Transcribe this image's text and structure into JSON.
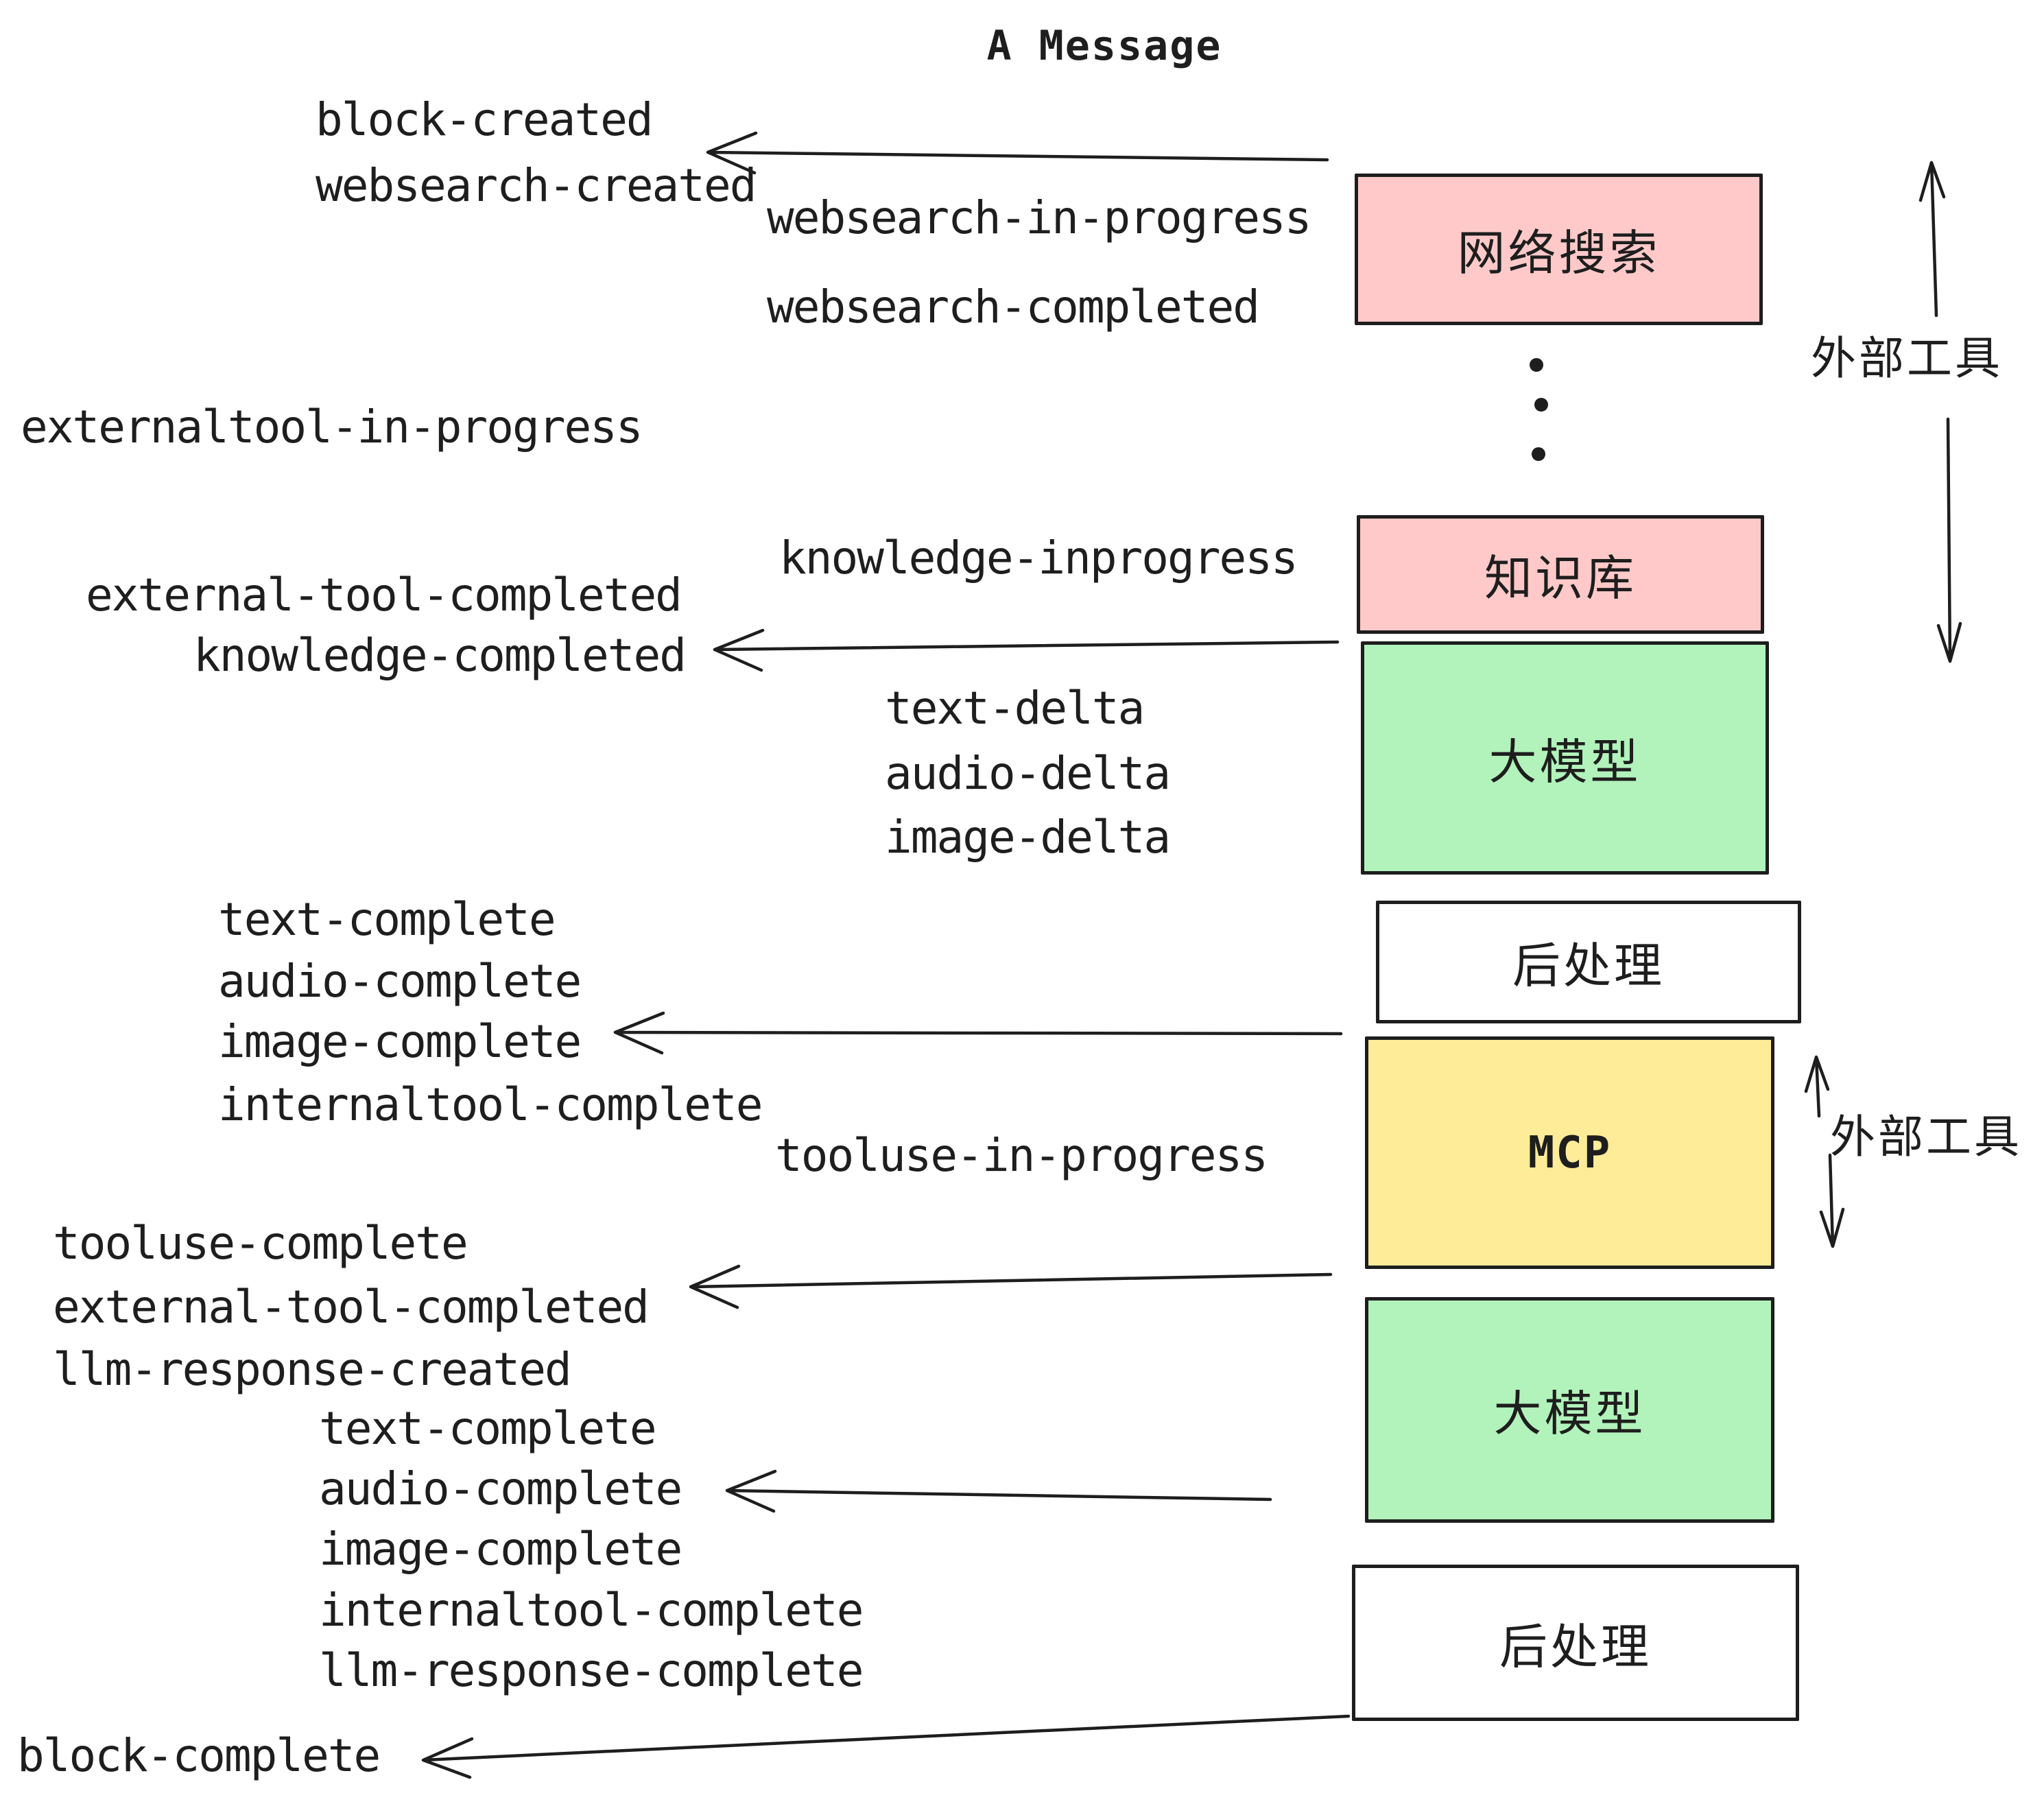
{
  "title": "A Message",
  "colors": {
    "stroke": "#1e1e1e",
    "pink": "#ffc9c9",
    "green": "#b2f2bb",
    "yellow": "#ffec99",
    "white": "#ffffff"
  },
  "boxes": [
    {
      "id": "websearch",
      "label": "网络搜索"
    },
    {
      "id": "knowledge",
      "label": "知识库"
    },
    {
      "id": "llm-1",
      "label": "大模型"
    },
    {
      "id": "postprocess-1",
      "label": "后处理"
    },
    {
      "id": "mcp",
      "label": "MCP"
    },
    {
      "id": "llm-2",
      "label": "大模型"
    },
    {
      "id": "postprocess-2",
      "label": "后处理"
    }
  ],
  "side_labels": [
    {
      "label": "外部工具"
    },
    {
      "label": "外部工具"
    }
  ],
  "events": [
    {
      "label": "block-created"
    },
    {
      "label": "websearch-created"
    },
    {
      "label": "websearch-in-progress"
    },
    {
      "label": "websearch-completed"
    },
    {
      "label": "externaltool-in-progress"
    },
    {
      "label": "knowledge-inprogress"
    },
    {
      "label": "external-tool-completed"
    },
    {
      "label": "knowledge-completed"
    },
    {
      "label": "text-delta"
    },
    {
      "label": "audio-delta"
    },
    {
      "label": "image-delta"
    },
    {
      "label": "text-complete"
    },
    {
      "label": "audio-complete"
    },
    {
      "label": "image-complete"
    },
    {
      "label": "internaltool-complete"
    },
    {
      "label": "tooluse-in-progress"
    },
    {
      "label": "tooluse-complete"
    },
    {
      "label": "external-tool-completed"
    },
    {
      "label": "llm-response-created"
    },
    {
      "label": "text-complete"
    },
    {
      "label": "audio-complete"
    },
    {
      "label": "image-complete"
    },
    {
      "label": "internaltool-complete"
    },
    {
      "label": "llm-response-complete"
    },
    {
      "label": "block-complete"
    }
  ]
}
